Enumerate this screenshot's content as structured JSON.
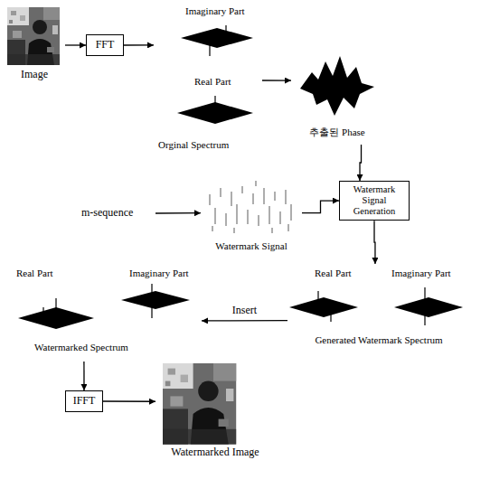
{
  "diagram": {
    "nodes": [
      {
        "text": [
          "Image"
        ]
      },
      {
        "text": [
          "FFT"
        ]
      },
      {
        "text": [
          "Imaginary Part",
          "Real Part",
          "Orginal Spectrum"
        ]
      },
      {
        "text": [
          "추출된 Phase"
        ]
      },
      {
        "text": [
          "m-sequence"
        ]
      },
      {
        "text": [
          "Watermark Signal"
        ]
      },
      {
        "text": [
          "Watermark Signal Generation"
        ]
      },
      {
        "text": [
          "Real Part",
          "Imaginary Part",
          "Generated Watermark Spectrum"
        ]
      },
      {
        "text": [
          "Real Part",
          "Imaginary Part",
          "Watermarked Spectrum"
        ]
      },
      {
        "text": [
          "IFFT"
        ]
      },
      {
        "text": [
          "Watermarked Image"
        ]
      }
    ],
    "edges": [
      {
        "from": 0,
        "to": 1,
        "arrow": "to"
      },
      {
        "from": 1,
        "to": 2,
        "arrow": "to"
      },
      {
        "from": 2,
        "to": 3,
        "arrow": "to"
      },
      {
        "from": 3,
        "to": 6,
        "arrow": "to"
      },
      {
        "from": 4,
        "to": 5,
        "arrow": "to"
      },
      {
        "from": 5,
        "to": 6,
        "arrow": "to"
      },
      {
        "from": 6,
        "to": 7,
        "arrow": "to"
      },
      {
        "from": 7,
        "to": 8,
        "label": "Insert",
        "arrow": "to"
      },
      {
        "from": 8,
        "to": 9,
        "arrow": "to"
      },
      {
        "from": 9,
        "to": 10,
        "arrow": "to"
      }
    ]
  }
}
